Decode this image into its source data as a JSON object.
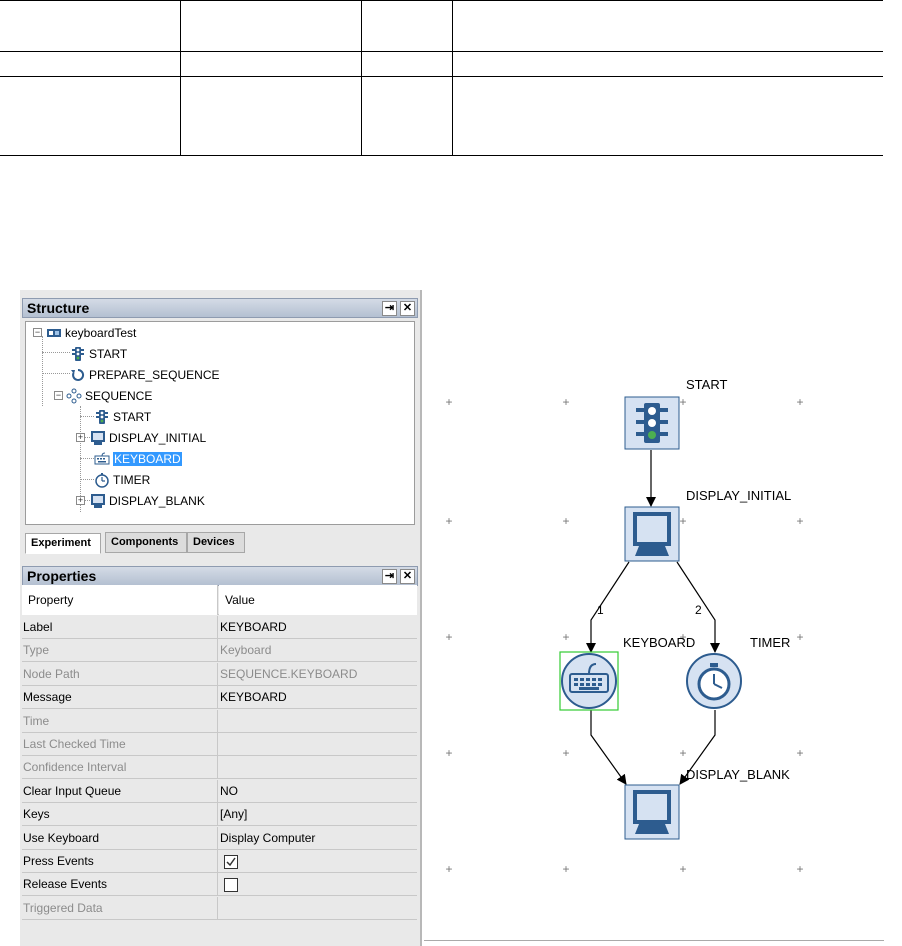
{
  "structure_panel": {
    "title": "Structure",
    "tree": [
      {
        "label": "keyboardTest",
        "icon": "experiment-icon"
      },
      {
        "label": "START",
        "icon": "traffic-light-icon"
      },
      {
        "label": "PREPARE_SEQUENCE",
        "icon": "refresh-icon"
      },
      {
        "label": "SEQUENCE",
        "icon": "sequence-icon"
      },
      {
        "label": "START",
        "icon": "traffic-light-icon"
      },
      {
        "label": "DISPLAY_INITIAL",
        "icon": "monitor-icon"
      },
      {
        "label": "KEYBOARD",
        "icon": "keyboard-icon",
        "selected": true
      },
      {
        "label": "TIMER",
        "icon": "stopwatch-icon"
      },
      {
        "label": "DISPLAY_BLANK",
        "icon": "monitor-icon"
      }
    ],
    "tabs": [
      "Experiment",
      "Components",
      "Devices"
    ],
    "active_tab": "Experiment"
  },
  "properties_panel": {
    "title": "Properties",
    "columns": [
      "Property",
      "Value"
    ],
    "rows": [
      {
        "name": "Label",
        "value": "KEYBOARD",
        "enabled": true
      },
      {
        "name": "Type",
        "value": "Keyboard",
        "enabled": false
      },
      {
        "name": "Node Path",
        "value": "SEQUENCE.KEYBOARD",
        "enabled": false
      },
      {
        "name": "Message",
        "value": "KEYBOARD",
        "enabled": true
      },
      {
        "name": "Time",
        "value": "",
        "enabled": false
      },
      {
        "name": "Last Checked Time",
        "value": "",
        "enabled": false
      },
      {
        "name": "Confidence Interval",
        "value": "",
        "enabled": false
      },
      {
        "name": "Clear Input Queue",
        "value": "NO",
        "enabled": true
      },
      {
        "name": "Keys",
        "value": "[Any]",
        "enabled": true
      },
      {
        "name": "Use Keyboard",
        "value": "Display Computer",
        "enabled": true
      },
      {
        "name": "Press Events",
        "value": "",
        "checkbox": true,
        "checked": true,
        "enabled": true
      },
      {
        "name": "Release Events",
        "value": "",
        "checkbox": true,
        "checked": false,
        "enabled": true
      },
      {
        "name": "Triggered Data",
        "value": "",
        "enabled": false
      }
    ]
  },
  "diagram": {
    "nodes": [
      {
        "id": "start",
        "label": "START",
        "icon": "traffic-light-icon"
      },
      {
        "id": "display_initial",
        "label": "DISPLAY_INITIAL",
        "icon": "monitor-icon"
      },
      {
        "id": "keyboard",
        "label": "KEYBOARD",
        "icon": "keyboard-icon",
        "selected": true
      },
      {
        "id": "timer",
        "label": "TIMER",
        "icon": "stopwatch-icon"
      },
      {
        "id": "display_blank",
        "label": "DISPLAY_BLANK",
        "icon": "monitor-icon"
      }
    ],
    "branch_labels": [
      "1",
      "2"
    ],
    "colors": {
      "node_fill": "#d6e2f2",
      "icon_blue": "#2d5c8f",
      "selected_border": "#33cc33"
    }
  }
}
